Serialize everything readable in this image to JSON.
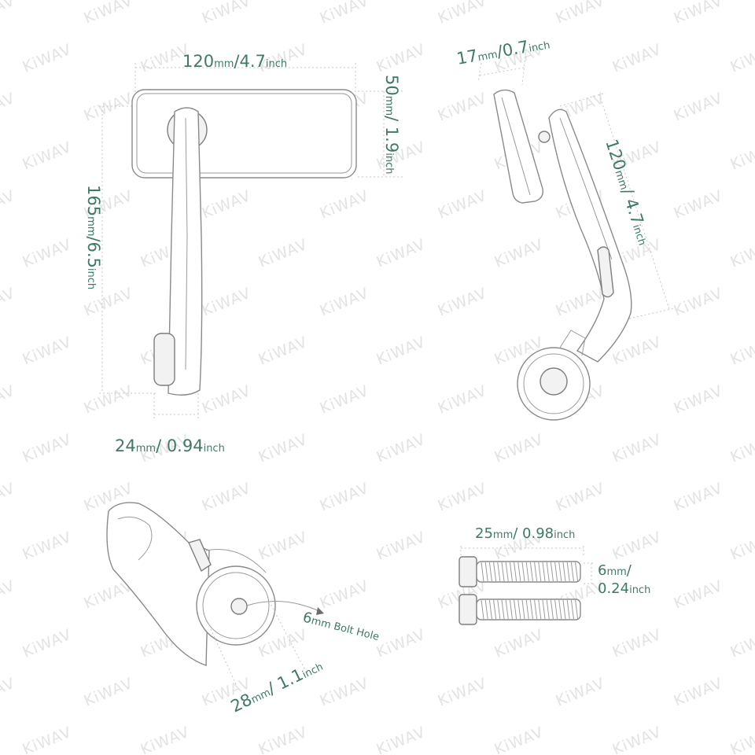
{
  "watermark": "KiWAV",
  "colors": {
    "dimension_text": "#3f7a63",
    "outline": "#8a8a8a",
    "guide": "#c7c7c7",
    "watermark": "#e3e3e3"
  },
  "front_view": {
    "width": {
      "mm": "120",
      "mm_unit": "mm",
      "inch": "/4.7",
      "inch_unit": "inch"
    },
    "height": {
      "mm": "50",
      "mm_unit": "mm",
      "inch": "/ 1.9",
      "inch_unit": "inch"
    },
    "length": {
      "mm": "165",
      "mm_unit": "mm",
      "inch": "/6.5",
      "inch_unit": "inch"
    },
    "base": {
      "mm": "24",
      "mm_unit": "mm",
      "inch": "/ 0.94",
      "inch_unit": "inch"
    }
  },
  "side_view": {
    "depth": {
      "mm": "17",
      "mm_unit": "mm",
      "inch": "/0.7",
      "inch_unit": "inch"
    },
    "arm": {
      "mm": "120",
      "mm_unit": "mm",
      "inch": "/ 4.7",
      "inch_unit": "inch"
    }
  },
  "clamp_view": {
    "bolt_hole": {
      "size": "6",
      "unit": "mm",
      "label": "Bolt Hole"
    },
    "diameter": {
      "mm": "28",
      "mm_unit": "mm",
      "inch": "/ 1.1",
      "inch_unit": "inch"
    }
  },
  "bolt_view": {
    "length": {
      "mm": "25",
      "mm_unit": "mm",
      "inch": "/ 0.98",
      "inch_unit": "inch"
    },
    "diameter": {
      "mm": "6",
      "mm_unit": "mm",
      "inch": "0.24",
      "inch_unit": "inch"
    }
  }
}
